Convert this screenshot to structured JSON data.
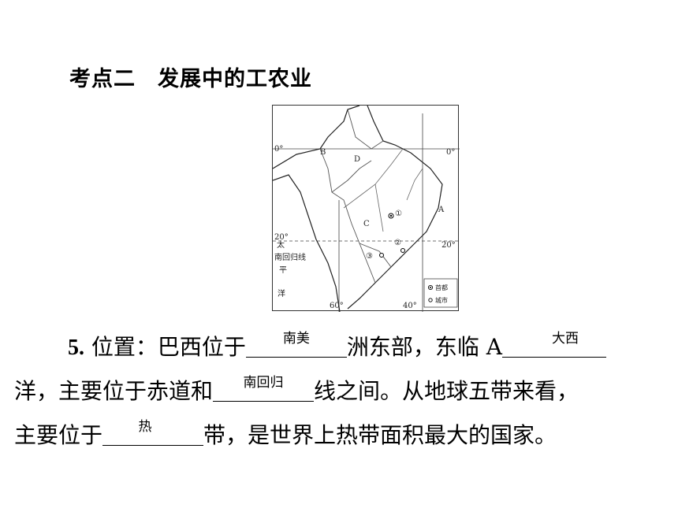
{
  "heading": "考点二　发展中的工农业",
  "map": {
    "labels": {
      "lat0_left": "0°",
      "lat0_right": "0°",
      "B": "B",
      "D": "D",
      "A": "A",
      "C": "C",
      "m1": "①",
      "m2": "②",
      "m3": "③",
      "lat20_left": "20°",
      "lat20_right": "20°",
      "tai": "太",
      "ping": "平",
      "yang": "洋",
      "capricorn": "南回归线",
      "lon60": "60°",
      "lon40": "40°"
    },
    "legend": {
      "capital": "首都",
      "city": "城市"
    }
  },
  "text": {
    "num": "5.",
    "l1a": " 位置：巴西位于",
    "l1b": "洲东部，东临 A",
    "l2a": "洋，主要位于赤道和",
    "l2b": "线之间。从地球五带来看，",
    "l3a": "主要位于",
    "l3b": "带，是世界上热带面积最大的国家。"
  },
  "answers": {
    "continent": "南美",
    "ocean": "大西",
    "tropic": "南回归",
    "zone": "热"
  }
}
